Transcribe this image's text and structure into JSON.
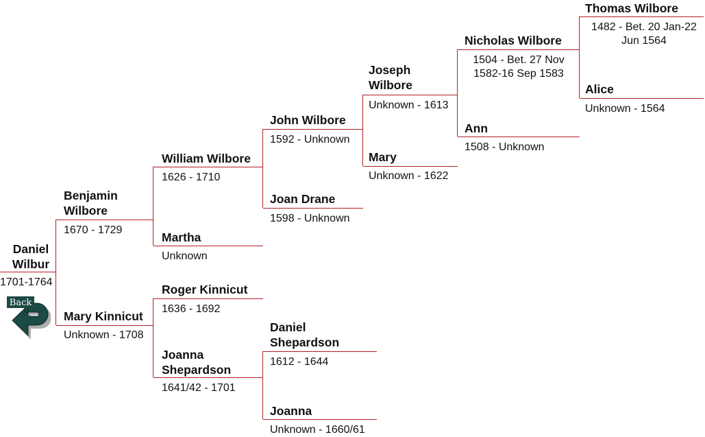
{
  "accent_color": "#b01f24",
  "people": {
    "p1": {
      "name_l1": "Daniel",
      "name_l2": "Wilbur",
      "dates": "1701-1764"
    },
    "p2": {
      "name_l1": "Benjamin",
      "name_l2": "Wilbore",
      "dates": "1670 - 1729"
    },
    "p3": {
      "name": "Mary Kinnicut",
      "dates": "Unknown - 1708"
    },
    "p4": {
      "name": "William Wilbore",
      "dates": "1626 - 1710"
    },
    "p5": {
      "name": "Martha",
      "dates": "Unknown"
    },
    "p6": {
      "name": "Roger Kinnicut",
      "dates": "1636 - 1692"
    },
    "p7": {
      "name_l1": "Joanna",
      "name_l2": "Shepardson",
      "dates": "1641/42 - 1701"
    },
    "p8": {
      "name": "John Wilbore",
      "dates": "1592 - Unknown"
    },
    "p9": {
      "name": "Joan Drane",
      "dates": "1598 - Unknown"
    },
    "p14": {
      "name_l1": "Daniel",
      "name_l2": "Shepardson",
      "dates": "1612 - 1644"
    },
    "p15": {
      "name": "Joanna",
      "dates": "Unknown - 1660/61"
    },
    "p16": {
      "name_l1": "Joseph",
      "name_l2": "Wilbore",
      "dates": "Unknown - 1613"
    },
    "p17": {
      "name": "Mary",
      "dates": "Unknown - 1622"
    },
    "p32": {
      "name": "Nicholas Wilbore",
      "dates_l1": "1504 - Bet. 27 Nov",
      "dates_l2": "1582-16 Sep 1583"
    },
    "p33": {
      "name": "Ann",
      "dates": "1508 - Unknown"
    },
    "p64": {
      "name": "Thomas Wilbore",
      "dates_l1": "1482 - Bet. 20 Jan-22",
      "dates_l2": "Jun 1564"
    },
    "p65": {
      "name": "Alice",
      "dates": "Unknown - 1564"
    }
  },
  "back_button": {
    "label": "Back",
    "icon": "back-arrow-icon"
  }
}
